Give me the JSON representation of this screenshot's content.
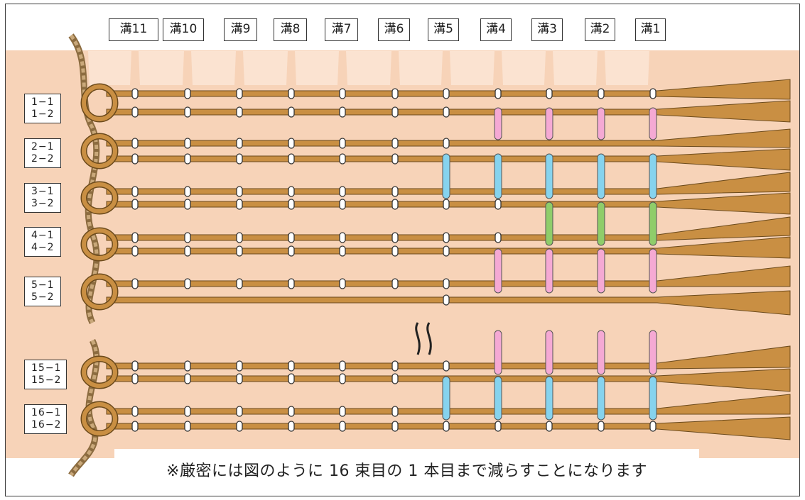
{
  "grooves": [
    "溝11",
    "溝10",
    "溝9",
    "溝8",
    "溝7",
    "溝6",
    "溝5",
    "溝4",
    "溝3",
    "溝2",
    "溝1"
  ],
  "pairs": [
    {
      "top": "1−1",
      "bottom": "1−2"
    },
    {
      "top": "2−1",
      "bottom": "2−2"
    },
    {
      "top": "3−1",
      "bottom": "3−2"
    },
    {
      "top": "4−1",
      "bottom": "4−2"
    },
    {
      "top": "5−1",
      "bottom": "5−2"
    },
    {
      "top": "15−1",
      "bottom": "15−2"
    },
    {
      "top": "16−1",
      "bottom": "16−2"
    }
  ],
  "note": "※厳密には図のように 16 束目の 1 本目まで減らすことになります",
  "colors": {
    "background": "#f7d3b8",
    "strand": "#c98f43",
    "strand_outline": "#6b4a1c",
    "pink_clip": "#f5a9d4",
    "blue_clip": "#86d3ee",
    "green_clip": "#8fcd6a",
    "white_clip": "#ffffff",
    "rope": "#c9a87a"
  }
}
